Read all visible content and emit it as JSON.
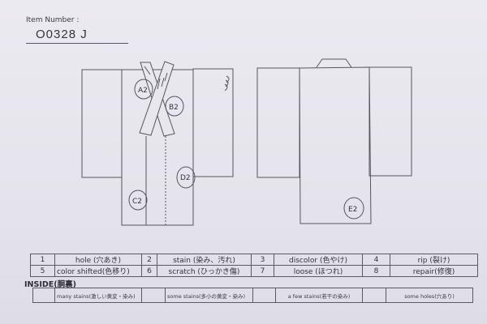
{
  "header": {
    "item_number_label": "Item Number :",
    "item_number_value": "O0328  J"
  },
  "diagram": {
    "front_view": {
      "marks": [
        {
          "id": "A2",
          "label": "A2"
        },
        {
          "id": "B2",
          "label": "B2"
        },
        {
          "id": "C2",
          "label": "C2"
        },
        {
          "id": "D2",
          "label": "D2"
        }
      ]
    },
    "back_view": {
      "marks": [
        {
          "id": "E2",
          "label": "E2"
        }
      ]
    }
  },
  "legend": {
    "rows": [
      [
        {
          "num": "1",
          "label": "hole (穴あき)"
        },
        {
          "num": "2",
          "label": "stain (染み、汚れ)"
        },
        {
          "num": "3",
          "label": "discolor (色やけ)"
        },
        {
          "num": "4",
          "label": "rip (裂け)"
        }
      ],
      [
        {
          "num": "5",
          "label": "color shifted(色移り)"
        },
        {
          "num": "6",
          "label": "scratch (ひっかき傷)"
        },
        {
          "num": "7",
          "label": "loose (ほつれ)"
        },
        {
          "num": "8",
          "label": "repair(修復)"
        }
      ]
    ]
  },
  "inside": {
    "title": "INSIDE(胴裏)",
    "items": [
      {
        "check": "",
        "label": "many stains(激しい黄変・染み)"
      },
      {
        "check": "",
        "label": "some stains(多小の黄変・染み)"
      },
      {
        "check": "",
        "label": "a few stains(若干の染み)"
      },
      {
        "check": "",
        "label": "some holes(穴あり)"
      }
    ]
  }
}
